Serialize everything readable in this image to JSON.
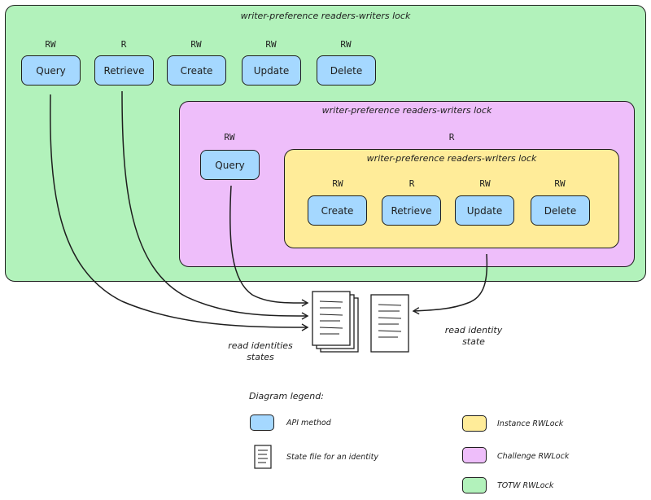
{
  "locks": {
    "totw_title": "writer-preference readers-writers lock",
    "challenge_title": "writer-preference readers-writers lock",
    "instance_title": "writer-preference readers-writers lock"
  },
  "colors": {
    "api": "#a5d8ff",
    "instance": "#ffec99",
    "challenge": "#eebefa",
    "totw": "#b2f2bb"
  },
  "totw_methods": [
    {
      "perm": "RW",
      "label": "Query"
    },
    {
      "perm": "R",
      "label": "Retrieve"
    },
    {
      "perm": "RW",
      "label": "Create"
    },
    {
      "perm": "RW",
      "label": "Update"
    },
    {
      "perm": "RW",
      "label": "Delete"
    }
  ],
  "challenge_methods": [
    {
      "perm": "RW",
      "label": "Query"
    }
  ],
  "instance_perm": "R",
  "instance_methods": [
    {
      "perm": "RW",
      "label": "Create"
    },
    {
      "perm": "R",
      "label": "Retrieve"
    },
    {
      "perm": "RW",
      "label": "Update"
    },
    {
      "perm": "RW",
      "label": "Delete"
    }
  ],
  "captions": {
    "multi_line1": "read identities",
    "multi_line2": "states",
    "single_line1": "read identity",
    "single_line2": "state"
  },
  "legend": {
    "title": "Diagram legend:",
    "api": "API method",
    "state_file": "State file for an identity",
    "instance": "Instance RWLock",
    "challenge": "Challenge RWLock",
    "totw": "TOTW RWLock"
  }
}
